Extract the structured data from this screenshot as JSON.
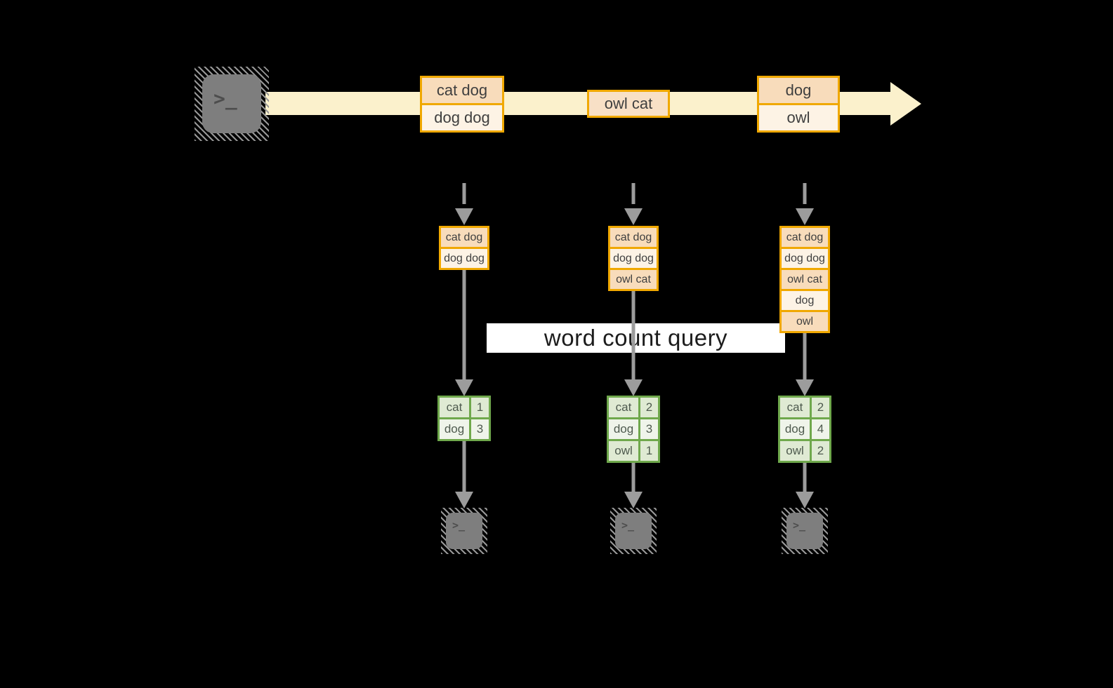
{
  "query_label": "word count query",
  "stream": {
    "events": [
      {
        "lines": [
          "cat dog",
          "dog dog"
        ]
      },
      {
        "lines": [
          "owl cat"
        ]
      },
      {
        "lines": [
          "dog",
          "owl"
        ]
      }
    ]
  },
  "columns": [
    {
      "state": {
        "rows": [
          "cat dog",
          "dog dog"
        ]
      },
      "counts": {
        "rows": [
          {
            "word": "cat",
            "count": "1"
          },
          {
            "word": "dog",
            "count": "3"
          }
        ]
      }
    },
    {
      "state": {
        "rows": [
          "cat dog",
          "dog dog",
          "owl cat"
        ]
      },
      "counts": {
        "rows": [
          {
            "word": "cat",
            "count": "2"
          },
          {
            "word": "dog",
            "count": "3"
          },
          {
            "word": "owl",
            "count": "1"
          }
        ]
      }
    },
    {
      "state": {
        "rows": [
          "cat dog",
          "dog dog",
          "owl cat",
          "dog",
          "owl"
        ]
      },
      "counts": {
        "rows": [
          {
            "word": "cat",
            "count": "2"
          },
          {
            "word": "dog",
            "count": "4"
          },
          {
            "word": "owl",
            "count": "2"
          }
        ]
      }
    }
  ],
  "icons": {
    "terminal_glyph": ">_"
  },
  "colors": {
    "background": "#000000",
    "stream_band": "#FBF1CC",
    "event_border": "#F0A800",
    "event_fill_dark": "#F8DCBB",
    "event_fill_light": "#FDF3E5",
    "table_border": "#6FA84C",
    "table_fill_dark": "#DFEAD3",
    "table_fill_light": "#EFF4EA",
    "arrow_gray": "#9C9C9C",
    "terminal_gray": "#7E7E7E",
    "query_bar": "#FFFFFF"
  }
}
